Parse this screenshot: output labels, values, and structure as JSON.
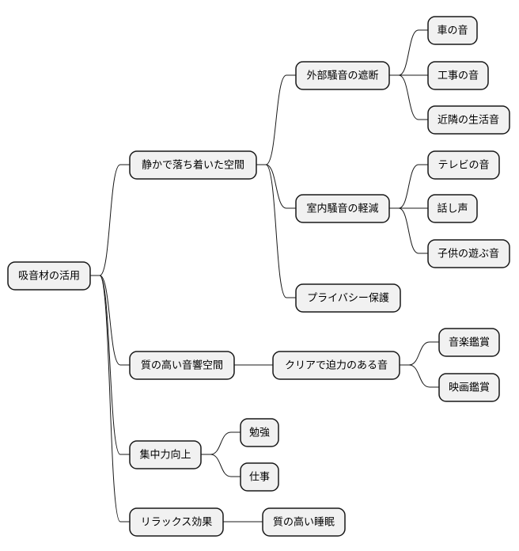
{
  "mindmap": {
    "root": {
      "id": "root",
      "label": "吸音材の活用"
    },
    "nodes": [
      {
        "id": "n1",
        "label": "静かで落ち着いた空間",
        "parent": "root"
      },
      {
        "id": "n1a",
        "label": "外部騒音の遮断",
        "parent": "n1"
      },
      {
        "id": "n1a1",
        "label": "車の音",
        "parent": "n1a"
      },
      {
        "id": "n1a2",
        "label": "工事の音",
        "parent": "n1a"
      },
      {
        "id": "n1a3",
        "label": "近隣の生活音",
        "parent": "n1a"
      },
      {
        "id": "n1b",
        "label": "室内騒音の軽減",
        "parent": "n1"
      },
      {
        "id": "n1b1",
        "label": "テレビの音",
        "parent": "n1b"
      },
      {
        "id": "n1b2",
        "label": "話し声",
        "parent": "n1b"
      },
      {
        "id": "n1b3",
        "label": "子供の遊ぶ音",
        "parent": "n1b"
      },
      {
        "id": "n1c",
        "label": "プライバシー保護",
        "parent": "n1"
      },
      {
        "id": "n2",
        "label": "質の高い音響空間",
        "parent": "root"
      },
      {
        "id": "n2a",
        "label": "クリアで迫力のある音",
        "parent": "n2"
      },
      {
        "id": "n2a1",
        "label": "音楽鑑賞",
        "parent": "n2a"
      },
      {
        "id": "n2a2",
        "label": "映画鑑賞",
        "parent": "n2a"
      },
      {
        "id": "n3",
        "label": "集中力向上",
        "parent": "root"
      },
      {
        "id": "n3a",
        "label": "勉強",
        "parent": "n3"
      },
      {
        "id": "n3b",
        "label": "仕事",
        "parent": "n3"
      },
      {
        "id": "n4",
        "label": "リラックス効果",
        "parent": "root"
      },
      {
        "id": "n4a",
        "label": "質の高い睡眠",
        "parent": "n4"
      }
    ]
  }
}
